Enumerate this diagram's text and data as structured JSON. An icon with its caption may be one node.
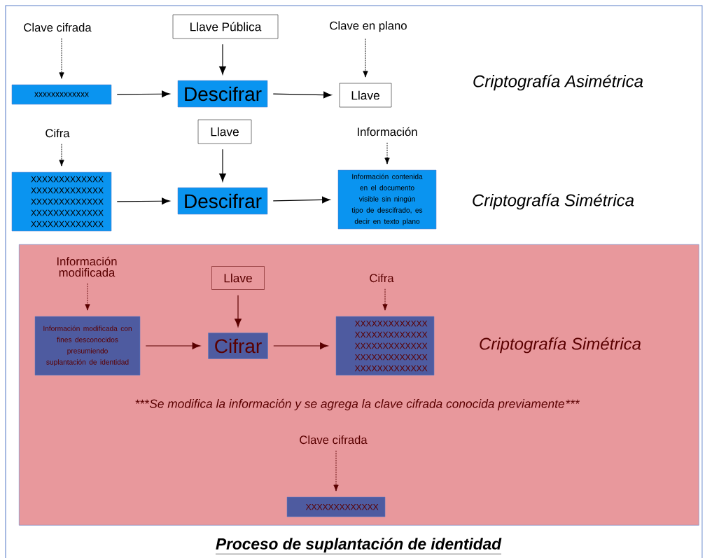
{
  "diagram": {
    "title": "Proceso de suplantación de identidad",
    "nodes": [
      {
        "text": [
          "Clave cifrada"
        ]
      },
      {
        "text": [
          "Llave Pública"
        ]
      },
      {
        "text": [
          "Clave en plano"
        ]
      },
      {
        "text": [
          "xxxxxxxxxxxxx"
        ]
      },
      {
        "text": [
          "Descifrar"
        ]
      },
      {
        "text": [
          "Llave"
        ]
      },
      {
        "text": [
          "Cifra"
        ]
      },
      {
        "text": [
          "Llave"
        ]
      },
      {
        "text": [
          "Información"
        ]
      },
      {
        "text": [
          "XXXXXXXXXXXXX XXXXXXXXXXXXX XXXXXXXXXXXXX XXXXXXXXXXXXX XXXXXXXXXXXXX"
        ]
      },
      {
        "text": [
          "Descifrar"
        ]
      },
      {
        "text": [
          "Información contenida en el documento visible sin ningún tipo de descifrado, es decir en texto plano"
        ]
      },
      {
        "text": [
          "Criptografía Simétrica",
          "***",
          "Se modifica la información y se agrega la clave cifrada conocida previamente",
          "***"
        ]
      },
      {
        "text": [
          "Información modificada"
        ],
        "in": 12
      },
      {
        "text": [
          "Llave"
        ],
        "in": 12
      },
      {
        "text": [
          "Cifra"
        ],
        "in": 12
      },
      {
        "text": [
          "Información modificada con fines desconocidos presumiendo suplantación de identidad"
        ],
        "in": 12
      },
      {
        "text": [
          "Cifrar"
        ],
        "in": 12
      },
      {
        "text": [
          "XXXXXXXXXXXXX XXXXXXXXXXXXX XXXXXXXXXXXXX XXXXXXXXXXXXX XXXXXXXXXXXXX"
        ],
        "in": 12
      },
      {
        "text": [
          "Clave cifrada"
        ],
        "in": 12
      },
      {
        "text": [
          "XXXXXXXXXXXXX"
        ],
        "in": 12
      }
    ],
    "edges": [
      {
        "from": 0,
        "to": 3,
        "arrow": "to",
        "style": "dashed"
      },
      {
        "from": 1,
        "to": 4,
        "arrow": "to"
      },
      {
        "from": 2,
        "to": 5,
        "arrow": "to",
        "style": "dashed"
      },
      {
        "from": 3,
        "to": 4,
        "arrow": "to"
      },
      {
        "from": 4,
        "to": 5,
        "arrow": "to"
      },
      {
        "from": 6,
        "to": 9,
        "arrow": "to",
        "style": "dashed"
      },
      {
        "from": 7,
        "to": 10,
        "arrow": "to"
      },
      {
        "from": 8,
        "to": 11,
        "arrow": "to",
        "style": "dashed"
      },
      {
        "from": 9,
        "to": 10,
        "arrow": "to"
      },
      {
        "from": 10,
        "to": 11,
        "arrow": "to"
      },
      {
        "from": 13,
        "to": 16,
        "arrow": "to",
        "style": "dashed",
        "color": "#5a0000"
      },
      {
        "from": 14,
        "to": 17,
        "arrow": "to",
        "color": "#5a0000"
      },
      {
        "from": 15,
        "to": 18,
        "arrow": "to",
        "style": "dashed",
        "color": "#5a0000"
      },
      {
        "from": 16,
        "to": 17,
        "arrow": "to",
        "color": "#5a0000"
      },
      {
        "from": 17,
        "to": 18,
        "arrow": "to",
        "color": "#5a0000"
      },
      {
        "from": 19,
        "to": 20,
        "arrow": "to",
        "style": "dashed",
        "color": "#5a0000"
      }
    ],
    "labels": [
      "Criptografía Asimétrica",
      "Criptografía Simétrica"
    ]
  }
}
